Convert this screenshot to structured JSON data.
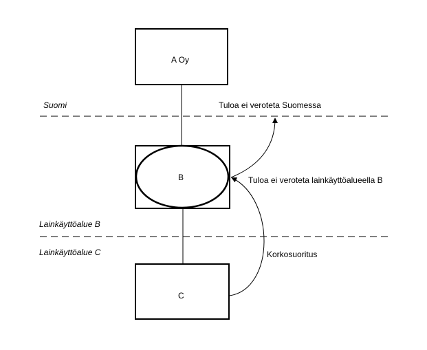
{
  "nodes": {
    "a": "A Oy",
    "b": "B",
    "c": "C"
  },
  "regions": {
    "suomi": "Suomi",
    "b": "Lainkäyttöalue B",
    "c": "Lainkäyttöalue C"
  },
  "annotations": {
    "not_taxed_finland": "Tuloa ei veroteta Suomessa",
    "not_taxed_b": "Tuloa ei veroteta lainkäyttöalueella B",
    "interest_payment": "Korkosuoritus"
  }
}
